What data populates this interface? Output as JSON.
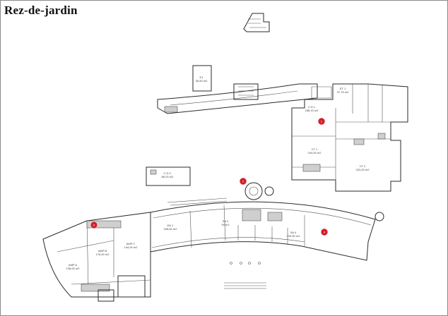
{
  "title": "Rez-de-jardin",
  "colors": {
    "marker": "#d0212a",
    "wall": "#2a2a2a",
    "background": "#ffffff"
  },
  "rooms": [
    {
      "id": "r-ea1",
      "label": "EA 1",
      "area": "108,64 m2"
    },
    {
      "id": "r-sa2",
      "label": "SA 2",
      "area": "94 m2"
    },
    {
      "id": "r-amp-b",
      "label": "AMP B",
      "area": "176,00 m2"
    },
    {
      "id": "r-amp-c",
      "label": "AMP C",
      "area": "144,00 m2"
    },
    {
      "id": "r-amp-a",
      "label": "AMP A",
      "area": "136,00 m2"
    },
    {
      "id": "r-cdc",
      "label": "C.D.C",
      "area": "86,00 m2"
    },
    {
      "id": "r-cdl",
      "label": "C.D.L",
      "area": "188,15 m2"
    },
    {
      "id": "r-ct1",
      "label": "CT 1",
      "area": "244,00 m2"
    },
    {
      "id": "r-ct2",
      "label": "CT 2",
      "area": "203,30 m2"
    },
    {
      "id": "r-et1",
      "label": "ET 1",
      "area": "47,75 m2"
    },
    {
      "id": "r-e1",
      "label": "E1",
      "area": "36,50 m2"
    },
    {
      "id": "r-sa4",
      "label": "SA 4",
      "area": "109,50 m2"
    }
  ],
  "markers": [
    {
      "id": "m1",
      "number": "1"
    },
    {
      "id": "m2",
      "number": "2"
    },
    {
      "id": "m3",
      "number": "3"
    },
    {
      "id": "m4",
      "number": "4"
    }
  ]
}
